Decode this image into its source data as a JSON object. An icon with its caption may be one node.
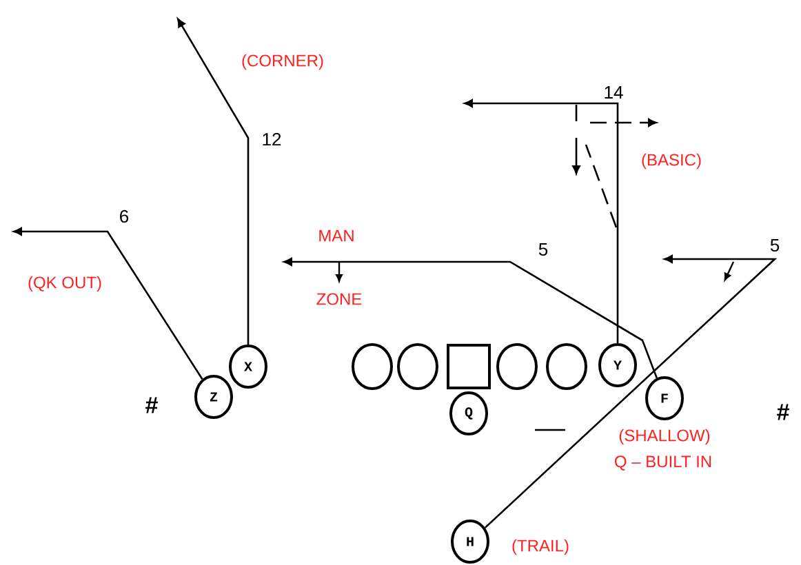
{
  "diagram": {
    "nodes": [
      {
        "text": [
          "X"
        ]
      },
      {
        "text": [
          "Z"
        ]
      },
      {
        "text": [],
        "shape": "circle"
      },
      {
        "text": [],
        "shape": "circle"
      },
      {
        "text": [],
        "shape": "box"
      },
      {
        "text": [],
        "shape": "circle"
      },
      {
        "text": [],
        "shape": "circle"
      },
      {
        "text": [
          "Y"
        ]
      },
      {
        "text": [
          "F"
        ]
      },
      {
        "text": [
          "Q"
        ]
      },
      {
        "text": [
          "H"
        ]
      }
    ],
    "edges": [
      {
        "from": 1,
        "to": null,
        "arrow": "to"
      },
      {
        "from": 0,
        "to": null,
        "arrow": "to"
      },
      {
        "from": 8,
        "to": null,
        "arrow": "to"
      },
      {
        "from": 7,
        "to": null,
        "arrow": "to"
      },
      {
        "from": 10,
        "to": null,
        "arrow": "to"
      }
    ],
    "labels": [
      "(CORNER)",
      "14",
      "12",
      "(BASIC)",
      "6",
      "MAN",
      "5",
      "5",
      "(QK OUT)",
      "ZONE",
      "#",
      "#",
      "(SHALLOW)",
      "Q – BUILT IN",
      "(TRAIL)"
    ]
  }
}
